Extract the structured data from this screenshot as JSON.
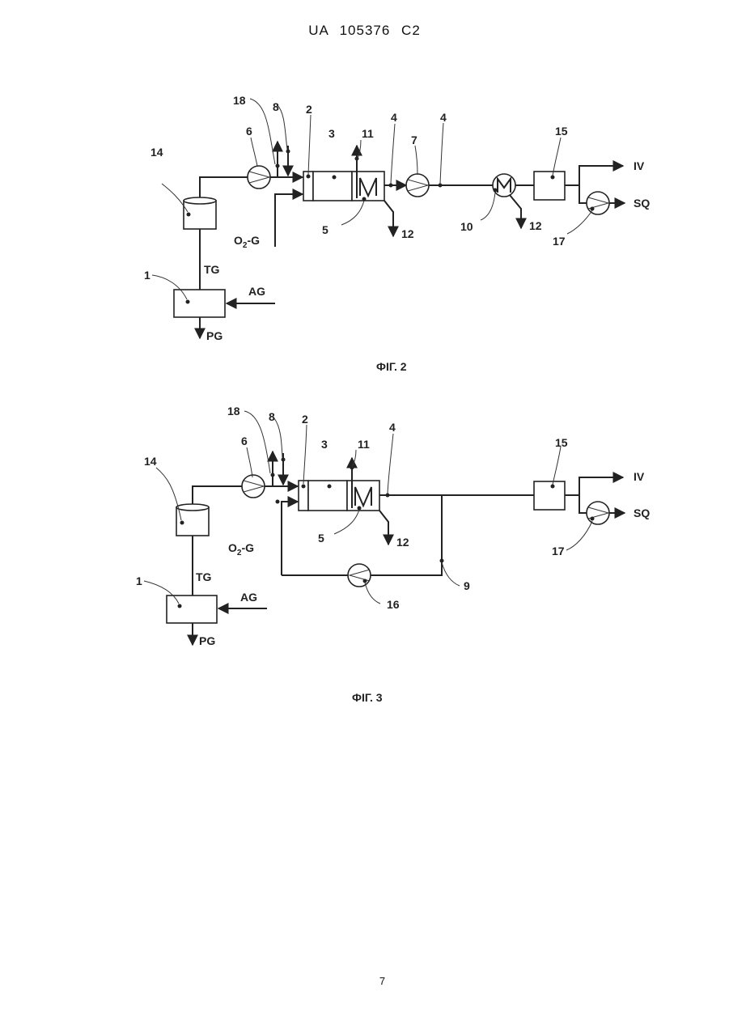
{
  "header": "UA 105376 C2",
  "page_number": "7",
  "fig2": {
    "caption": "ФІГ. 2",
    "labels": {
      "n1": "1",
      "n2": "2",
      "n3": "3",
      "n4a": "4",
      "n4b": "4",
      "n5": "5",
      "n6": "6",
      "n7": "7",
      "n8": "8",
      "n10": "10",
      "n11": "11",
      "n12a": "12",
      "n12b": "12",
      "n14": "14",
      "n15": "15",
      "n17": "17",
      "n18": "18",
      "tg": "TG",
      "ag": "AG",
      "pg": "PG",
      "o2g_o": "O",
      "o2g_sub": "2",
      "o2g_g": "-G",
      "iv": "IV",
      "sq": "SQ"
    }
  },
  "fig3": {
    "caption": "ФІГ. 3",
    "labels": {
      "n1": "1",
      "n2": "2",
      "n3": "3",
      "n4": "4",
      "n5": "5",
      "n6": "6",
      "n8": "8",
      "n9": "9",
      "n11": "11",
      "n12": "12",
      "n14": "14",
      "n15": "15",
      "n16": "16",
      "n17": "17",
      "n18": "18",
      "tg": "TG",
      "ag": "AG",
      "pg": "PG",
      "o2g_o": "O",
      "o2g_sub": "2",
      "o2g_g": "-G",
      "iv": "IV",
      "sq": "SQ"
    }
  }
}
